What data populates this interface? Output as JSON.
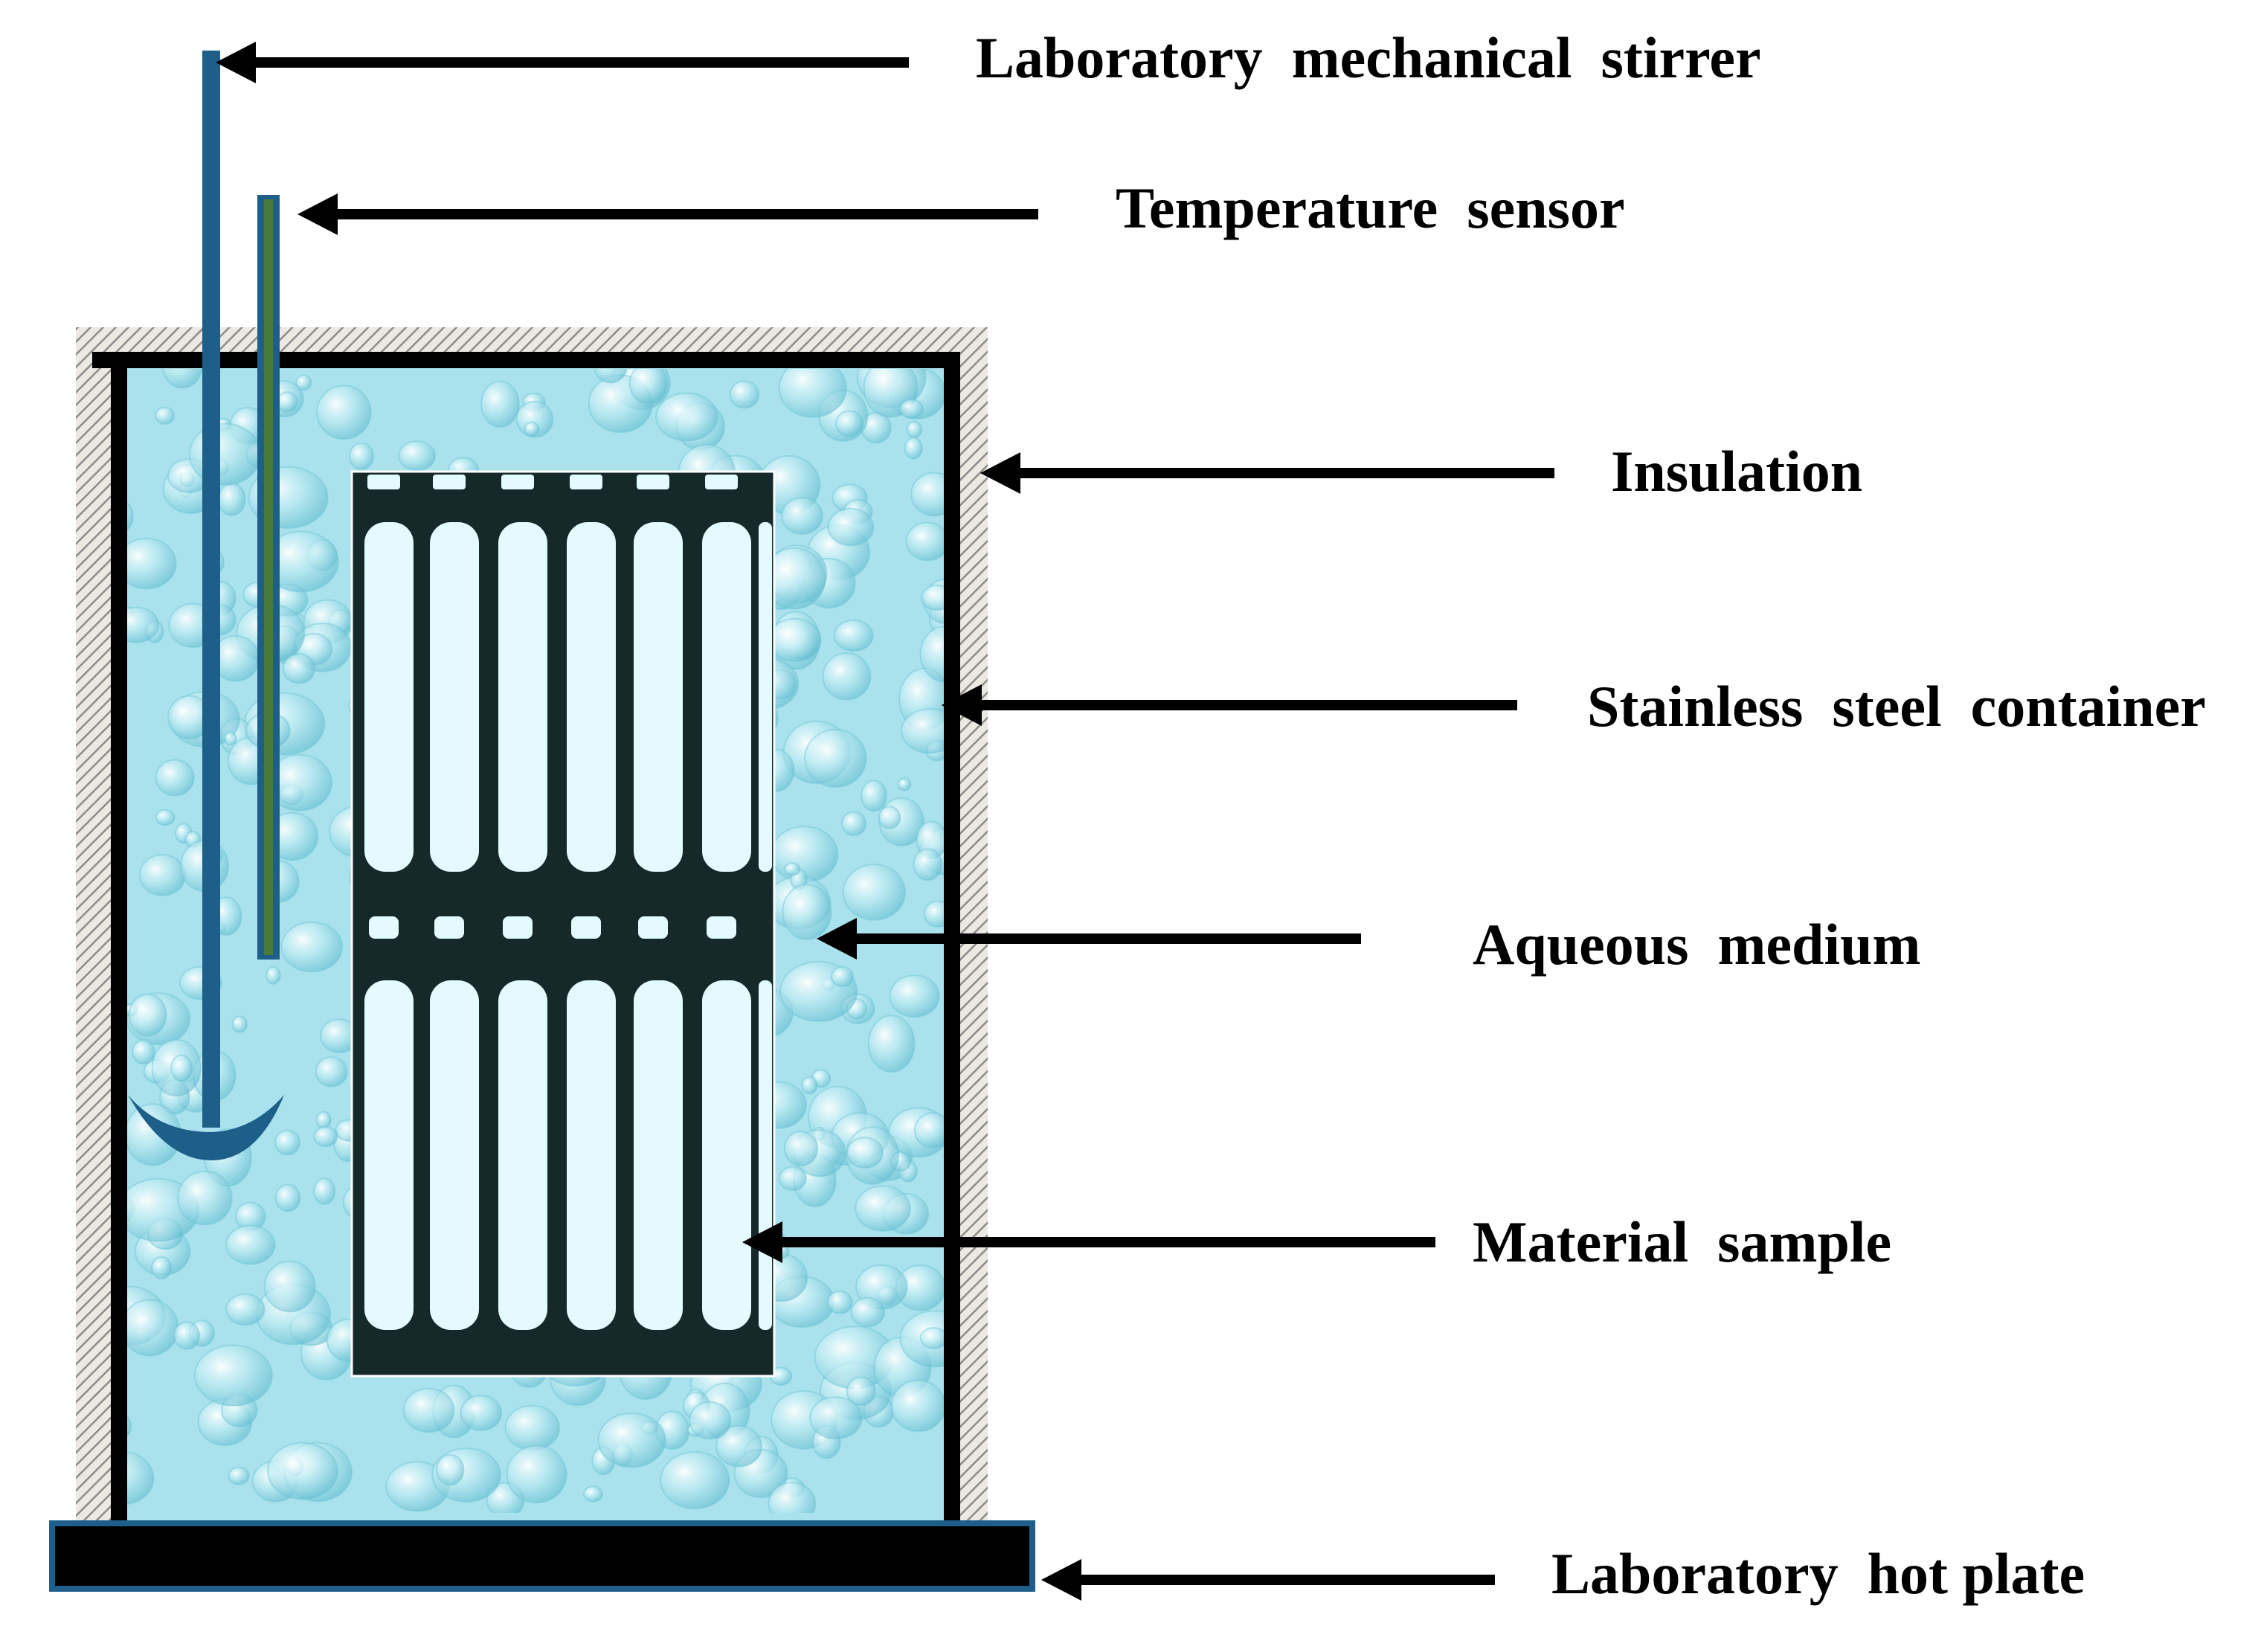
{
  "labels": {
    "stirrer": "Laboratory  mechanical  stirrer",
    "sensor": "Temperature  sensor",
    "insulation": "Insulation",
    "container": "Stainless  steel  container",
    "medium": "Aqueous  medium",
    "sample": "Material  sample",
    "hotplate": "Laboratory  hot plate"
  },
  "colors": {
    "water": "#a9e2ec",
    "water_highlight": "#dff6fa",
    "water_shadow": "#6fc6d6",
    "container_wall": "#000000",
    "insulation": "#a0a0a0",
    "insulation_bg": "#ece9e2",
    "stirrer": "#1e5f8a",
    "sensor_outer": "#1e5f8a",
    "sensor_inner": "#4a7a3a",
    "sample_frame": "#15292b",
    "sample_slot": "#e3fbff",
    "hotplate": "#000000",
    "hotplate_border": "#1e5f8a",
    "arrow": "#000000"
  }
}
